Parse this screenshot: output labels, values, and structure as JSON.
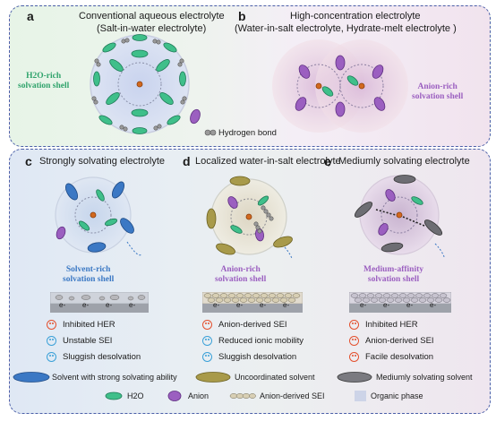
{
  "panel_a": {
    "letter": "a",
    "title_line1": "Conventional aqueous electrolyte",
    "title_line2": "(Salt-in-water electrolyte)",
    "shell_label_line1": "H2O-rich",
    "shell_label_line2": "solvation shell",
    "hbond_label": "Hydrogen bond"
  },
  "panel_b": {
    "letter": "b",
    "title_line1": "High-concentration electrolyte",
    "title_line2": "(Water-in-salt electrolyte, Hydrate-melt electrolyte )",
    "shell_label_line1": "Anion-rich",
    "shell_label_line2": "solvation shell"
  },
  "panel_c": {
    "letter": "c",
    "title": "Strongly solvating electrolyte",
    "shell_label_line1": "Solvent-rich",
    "shell_label_line2": "solvation shell",
    "electrons": [
      "e-",
      "e-",
      "e-",
      "e-"
    ],
    "outcomes": [
      {
        "face": "happy",
        "text": "Inhibited HER"
      },
      {
        "face": "sad",
        "text": "Unstable SEI"
      },
      {
        "face": "sad",
        "text": "Sluggish desolvation"
      }
    ]
  },
  "panel_d": {
    "letter": "d",
    "title": "Localized water-in-salt electrolyte",
    "shell_label_line1": "Anion-rich",
    "shell_label_line2": "solvation shell",
    "electrons": [
      "e-",
      "e-",
      "e-",
      "e-"
    ],
    "outcomes": [
      {
        "face": "happy",
        "text": "Anion-derived SEI"
      },
      {
        "face": "sad",
        "text": "Reduced ionic mobility"
      },
      {
        "face": "sad",
        "text": "Sluggish desolvation"
      }
    ]
  },
  "panel_e": {
    "letter": "e",
    "title": "Mediumly solvating electrolyte",
    "shell_label_line1": "Medium-affinity",
    "shell_label_line2": "solvation shell",
    "electrons": [
      "e-",
      "e-",
      "e-",
      "e-"
    ],
    "outcomes": [
      {
        "face": "happy",
        "text": "Inhibited HER"
      },
      {
        "face": "happy",
        "text": "Anion-derived SEI"
      },
      {
        "face": "happy",
        "text": "Facile desolvation"
      }
    ]
  },
  "legend": {
    "strong_solvent": "Solvent with strong solvating ability",
    "uncoordinated_solvent": "Uncoordinated solvent",
    "medium_solvent": "Mediumly solvating solvent",
    "h2o": "H2O",
    "anion": "Anion",
    "anion_sei": "Anion-derived SEI",
    "organic_phase": "Organic phase"
  },
  "colors": {
    "h2o_green": "#3fbf8a",
    "anion_purple": "#9b5fc0",
    "solvent_blue": "#3b78c4",
    "uncoordinated_olive": "#a89a4a",
    "medium_gray": "#7a7a80",
    "border_blue": "#4b5fa8",
    "happy_red": "#e4502e",
    "sad_blue": "#3aa0d8"
  }
}
